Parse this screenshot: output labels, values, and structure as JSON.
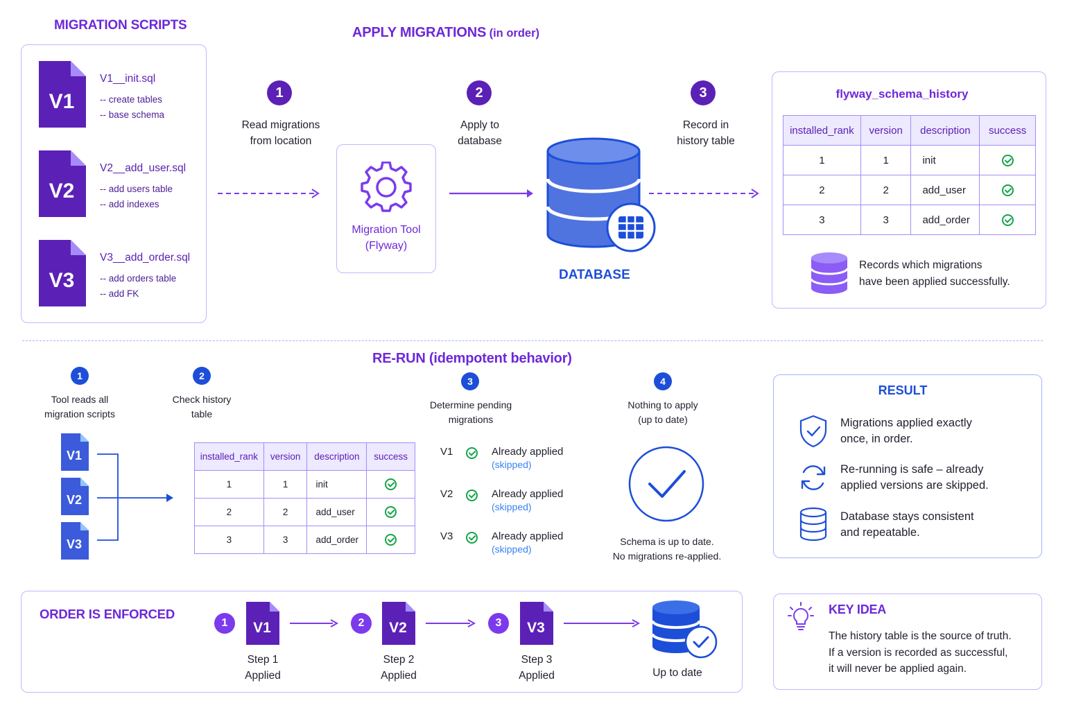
{
  "colors": {
    "purple": "#5b21b6",
    "violet": "#7c3aed",
    "blue": "#1d4ed8",
    "green": "#16a34a",
    "border": "#c4b5fd"
  },
  "scripts": {
    "title": "MIGRATION SCRIPTS",
    "files": [
      {
        "badge": "V1",
        "name": "V1__init.sql",
        "comments": [
          "-- create tables",
          "-- base schema"
        ]
      },
      {
        "badge": "V2",
        "name": "V2__add_user.sql",
        "comments": [
          "-- add users table",
          "-- add indexes"
        ]
      },
      {
        "badge": "V3",
        "name": "V3__add_order.sql",
        "comments": [
          "-- add orders table",
          "-- add FK"
        ]
      }
    ]
  },
  "apply": {
    "title": "APPLY MIGRATIONS",
    "title_suffix": "(in order)",
    "steps": [
      {
        "num": "1",
        "line1": "Read migrations",
        "line2": "from location"
      },
      {
        "num": "2",
        "line1": "Apply to",
        "line2": "database"
      },
      {
        "num": "3",
        "line1": "Record in",
        "line2": "history table"
      }
    ],
    "tool_line1": "Migration Tool",
    "tool_line2": "(Flyway)",
    "database_label": "DATABASE"
  },
  "history": {
    "title": "flyway_schema_history",
    "columns": [
      "installed_rank",
      "version",
      "description",
      "success"
    ],
    "rows": [
      {
        "rank": "1",
        "version": "1",
        "description": "init"
      },
      {
        "rank": "2",
        "version": "2",
        "description": "add_user"
      },
      {
        "rank": "3",
        "version": "3",
        "description": "add_order"
      }
    ],
    "note_line1": "Records which migrations",
    "note_line2": "have been applied successfully."
  },
  "rerun": {
    "title": "RE-RUN (idempotent behavior)",
    "steps": [
      {
        "num": "1",
        "line1": "Tool reads all",
        "line2": "migration scripts"
      },
      {
        "num": "2",
        "line1": "Check history",
        "line2": "table"
      },
      {
        "num": "3",
        "line1": "Determine pending",
        "line2": "migrations"
      },
      {
        "num": "4",
        "line1": "Nothing to apply",
        "line2": "(up to date)"
      }
    ],
    "files": [
      "V1",
      "V2",
      "V3"
    ],
    "pending": [
      {
        "version": "V1",
        "status": "Already applied",
        "note": "(skipped)"
      },
      {
        "version": "V2",
        "status": "Already applied",
        "note": "(skipped)"
      },
      {
        "version": "V3",
        "status": "Already applied",
        "note": "(skipped)"
      }
    ],
    "uptodate_line1": "Schema is up to date.",
    "uptodate_line2": "No migrations re-applied."
  },
  "result": {
    "title": "RESULT",
    "items": [
      {
        "icon": "shield-check-icon",
        "line1": "Migrations applied exactly",
        "line2": "once, in order."
      },
      {
        "icon": "refresh-icon",
        "line1": "Re-running is safe – already",
        "line2": "applied versions are skipped."
      },
      {
        "icon": "database-icon",
        "line1": "Database stays consistent",
        "line2": "and repeatable."
      }
    ]
  },
  "order": {
    "title": "ORDER IS ENFORCED",
    "steps": [
      {
        "num": "1",
        "badge": "V1",
        "line1": "Step 1",
        "line2": "Applied"
      },
      {
        "num": "2",
        "badge": "V2",
        "line1": "Step 2",
        "line2": "Applied"
      },
      {
        "num": "3",
        "badge": "V3",
        "line1": "Step 3",
        "line2": "Applied"
      }
    ],
    "final_label": "Up to date"
  },
  "key_idea": {
    "title": "KEY IDEA",
    "lines": [
      "The history table is the source of truth.",
      "If a version is recorded as successful,",
      "it will never be applied again."
    ]
  }
}
